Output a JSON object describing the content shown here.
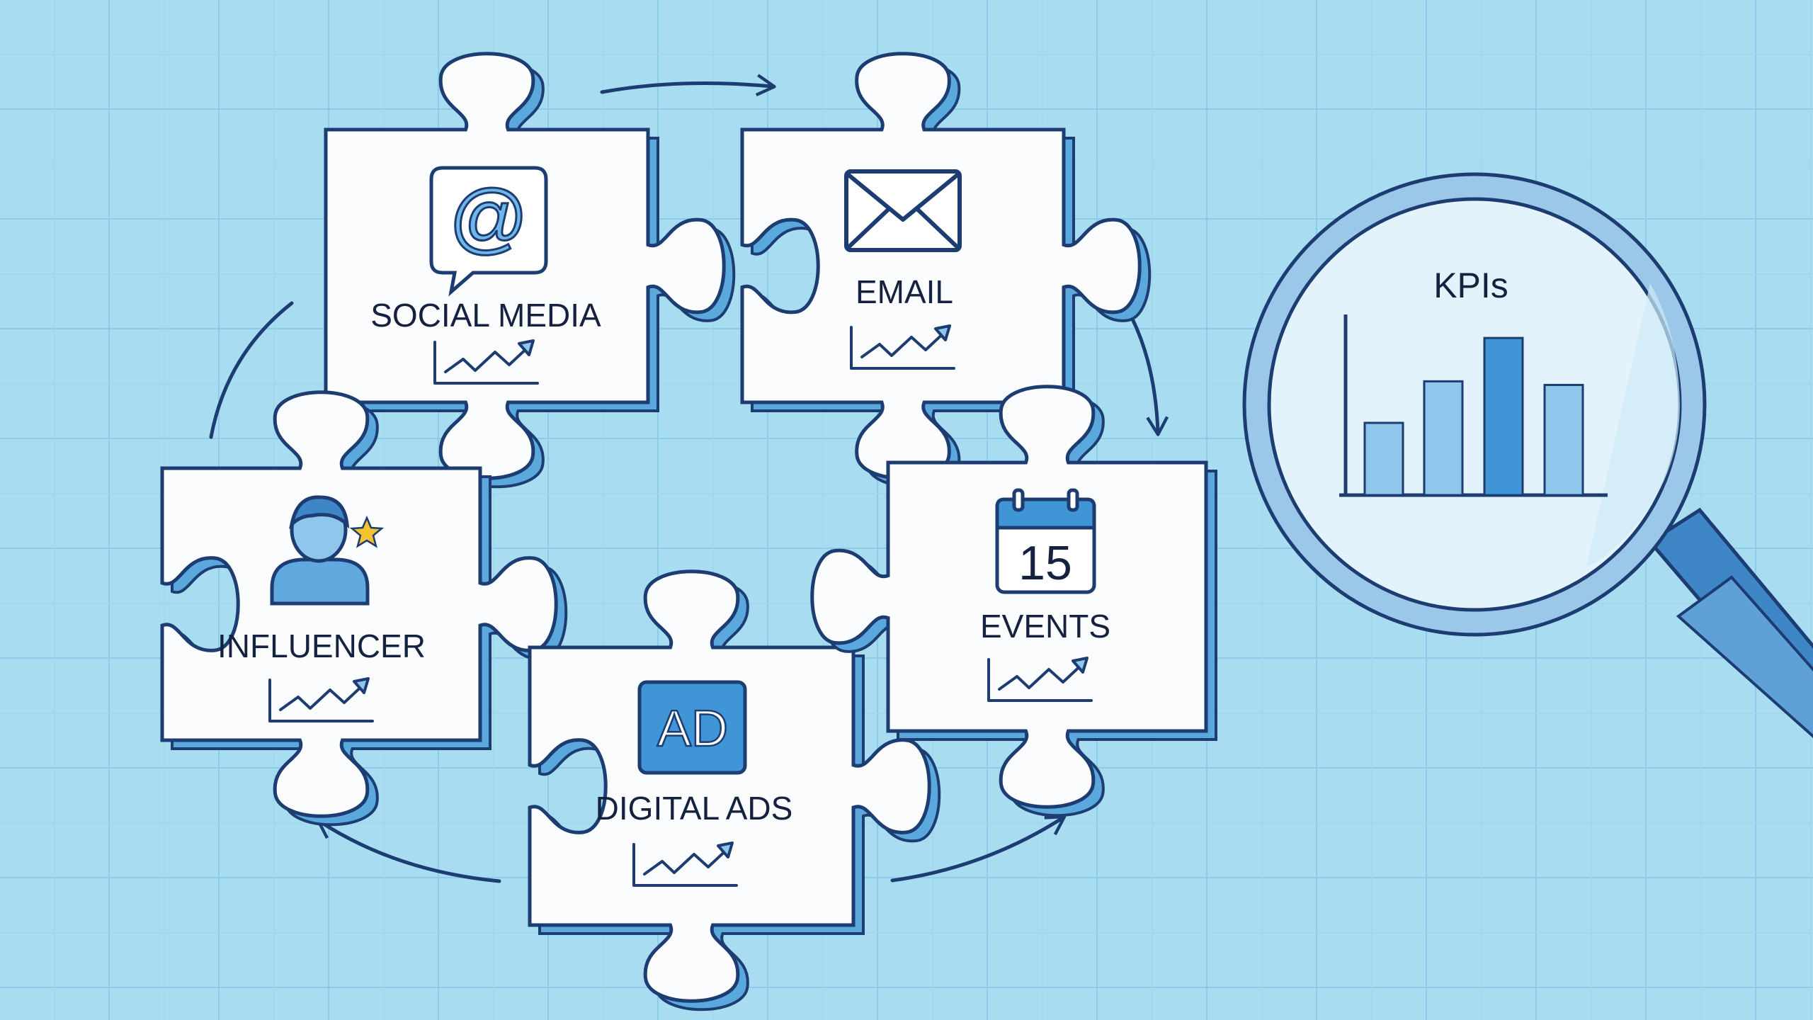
{
  "pieces": {
    "social_media": {
      "label": "SOCIAL MEDIA",
      "icon": "at-sign-speech-bubble-icon",
      "glyph": "@"
    },
    "email": {
      "label": "EMAIL",
      "icon": "envelope-icon"
    },
    "influencer": {
      "label": "INFLUENCER",
      "icon": "person-with-star-icon"
    },
    "digital_ads": {
      "label": "DIGITAL ADS",
      "icon": "ad-box-icon",
      "glyph": "AD"
    },
    "events": {
      "label": "EVENTS",
      "icon": "calendar-icon",
      "glyph": "15"
    }
  },
  "magnifier": {
    "title": "KPIs",
    "kpi_bars": [
      0.4,
      0.63,
      0.87,
      0.61
    ]
  },
  "colors": {
    "background": "#a8dcf1",
    "grid": "#8ccbe9",
    "outline": "#1d3d72",
    "accent": "#3f95d6",
    "piece_shadow": "#5aa8dc",
    "star": "#f2c530"
  }
}
